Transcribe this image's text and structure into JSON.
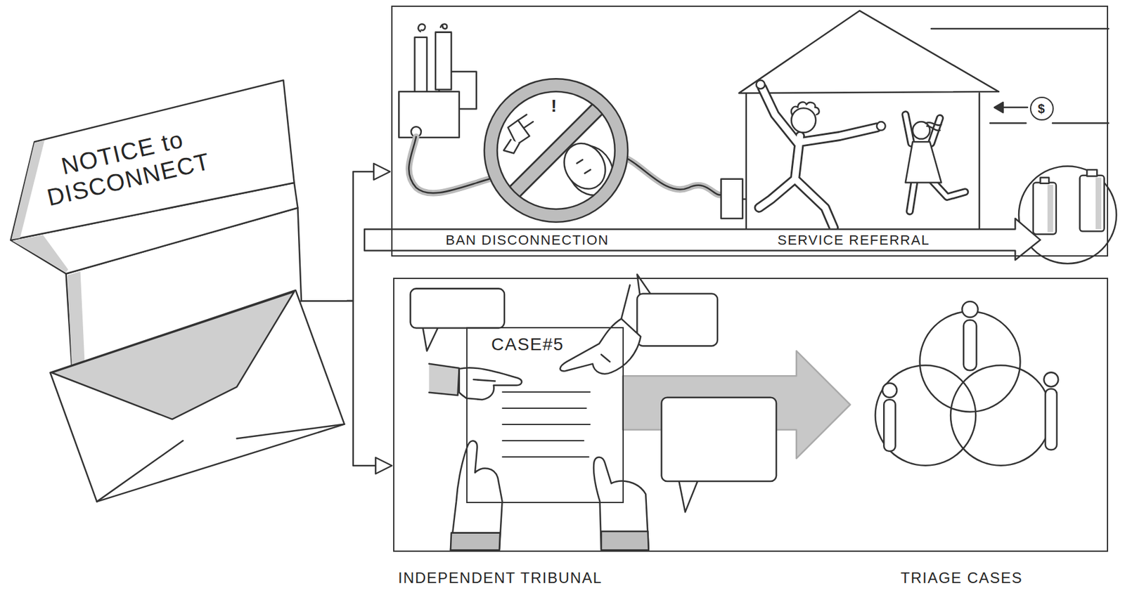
{
  "diagram": {
    "nodes": [
      {
        "text": [
          "NOTICE to DISCONNECT"
        ]
      },
      {
        "text": [
          "BAN DISCONNECTION",
          "SERVICE REFERRAL"
        ]
      },
      {
        "text": [
          "$"
        ],
        "in": 1
      },
      {
        "text": [
          "INDEPENDENT TRIBUNAL",
          "TRIAGE CASES"
        ]
      },
      {
        "text": [
          "CASE#5"
        ],
        "in": 3
      }
    ],
    "edges": [
      {
        "from": 0,
        "to": 1,
        "arrow": "to"
      },
      {
        "from": 0,
        "to": 3,
        "arrow": "to"
      }
    ],
    "labels": [
      "!"
    ]
  }
}
